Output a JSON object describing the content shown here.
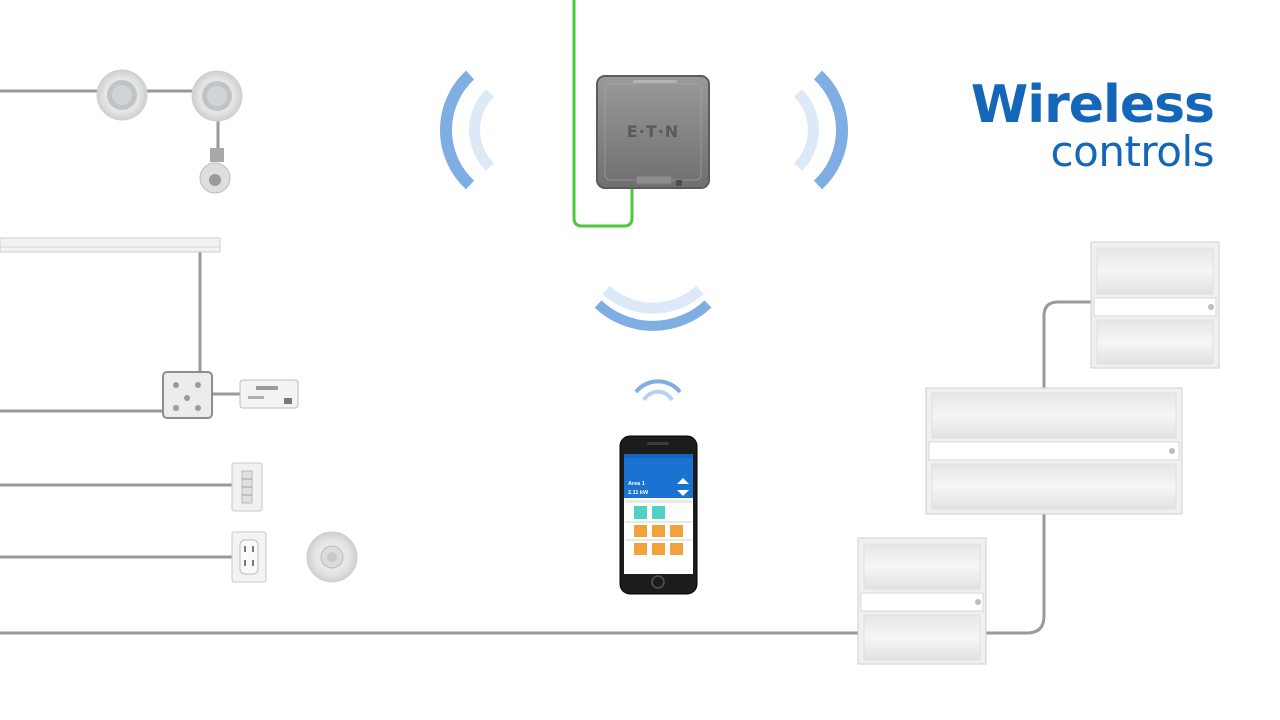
{
  "title": {
    "line1": "Wireless",
    "line2": "controls"
  },
  "gateway": {
    "brand": "E·T·N"
  },
  "phone": {
    "area_label": "Area 1",
    "power_reading": "2.11 kW"
  },
  "colors": {
    "brand_blue": "#1466b8",
    "signal_blue": "#7eaee3",
    "network_green": "#4cc83a",
    "tile_orange": "#f2a23a",
    "tile_teal": "#4fd1c5"
  },
  "icons": [
    "ceiling-sensor-icon",
    "photocell-icon",
    "wall-keypad-icon",
    "receptacle-icon",
    "occupancy-sensor-icon",
    "junction-box-icon",
    "relay-module-icon",
    "troffer-fixture-icon",
    "signal-wave-icon"
  ]
}
